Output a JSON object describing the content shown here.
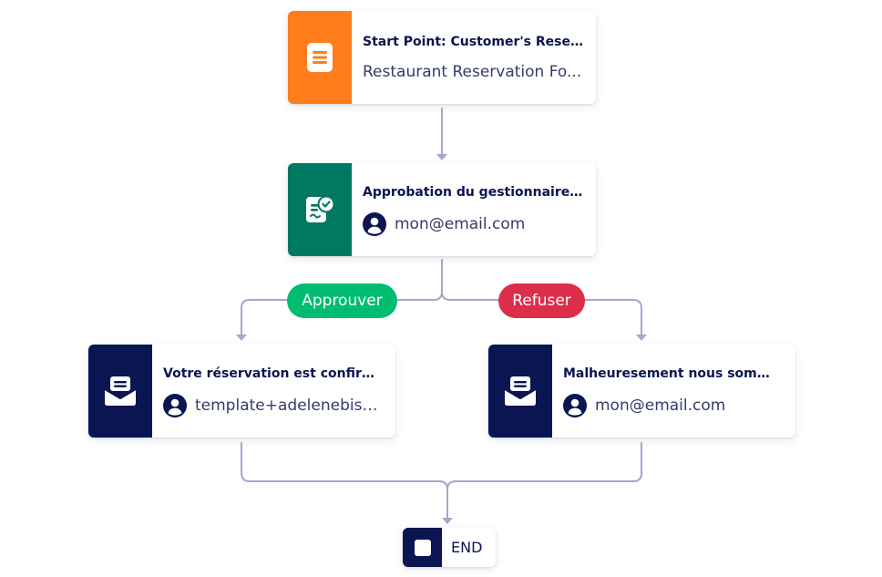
{
  "colors": {
    "connector": "#a3a7cc",
    "start": "#ff7d1a",
    "approval": "#007862",
    "email": "#0a1551",
    "approve_badge": "#01bd6f",
    "reject_badge": "#dc2d4b",
    "title_text": "#0a1551",
    "body_text": "#343c6a"
  },
  "nodes": {
    "start": {
      "icon": "form-document-icon",
      "title": "Start Point: Customer's Rese...",
      "subtitle": "Restaurant Reservation Fo..."
    },
    "approval": {
      "icon": "approval-check-icon",
      "title": "Approbation du gestionnaire...",
      "assignee_icon": "user-avatar-icon",
      "assignee": "mon@email.com"
    },
    "email_approved": {
      "icon": "email-envelope-icon",
      "title": "Votre réservation est confirm...",
      "recipient_icon": "user-avatar-icon",
      "recipient": "template+adelenebiss..."
    },
    "email_rejected": {
      "icon": "email-envelope-icon",
      "title": "Malheuresement nous somm...",
      "recipient_icon": "user-avatar-icon",
      "recipient": "mon@email.com"
    },
    "end": {
      "icon": "stop-square-icon",
      "label": "END"
    }
  },
  "branches": {
    "approve": "Approuver",
    "reject": "Refuser"
  }
}
